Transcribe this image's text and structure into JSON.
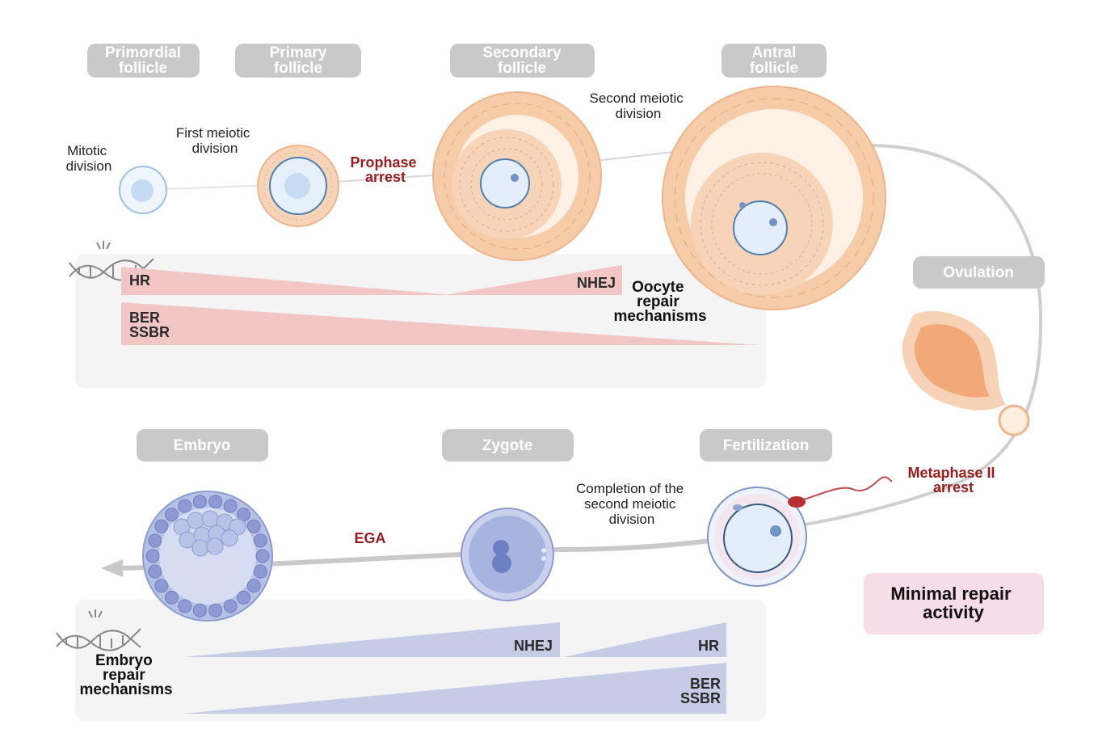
{
  "stages": {
    "primordial": "Primordial follicle",
    "primary": "Primary follicle",
    "secondary": "Secondary follicle",
    "antral": "Antral follicle",
    "ovulation": "Ovulation",
    "fertilization": "Fertilization",
    "zygote": "Zygote",
    "embryo": "Embryo"
  },
  "annotations": {
    "mitotic": "Mitotic division",
    "first_meiotic": "First meiotic division",
    "prophase_arrest": "Prophase arrest",
    "second_meiotic": "Second meiotic division",
    "metaphase_arrest": "Metaphase II arrest",
    "completion": "Completion of the second meiotic division",
    "ega": "EGA"
  },
  "oocyte": {
    "title": "Oocyte repair mechanisms",
    "hr": "HR",
    "nhej": "NHEJ",
    "ber": "BER",
    "ssbr": "SSBR"
  },
  "embryo": {
    "title": "Embryo repair mechanisms",
    "nhej": "NHEJ",
    "hr": "HR",
    "ber": "BER",
    "ssbr": "SSBR"
  },
  "minimal": "Minimal repair activity",
  "colors": {
    "pill": "#c9c9c9",
    "oocyte_wedge": "#f3c6c6",
    "embryo_wedge": "#c6cbe6",
    "follicle": "#f6cba8",
    "oocyte_cell": "#dceaf8",
    "embryo_cell": "#8e9ad1",
    "arrest_text": "#9b1c1c",
    "minimal_box": "#f6dde8"
  }
}
